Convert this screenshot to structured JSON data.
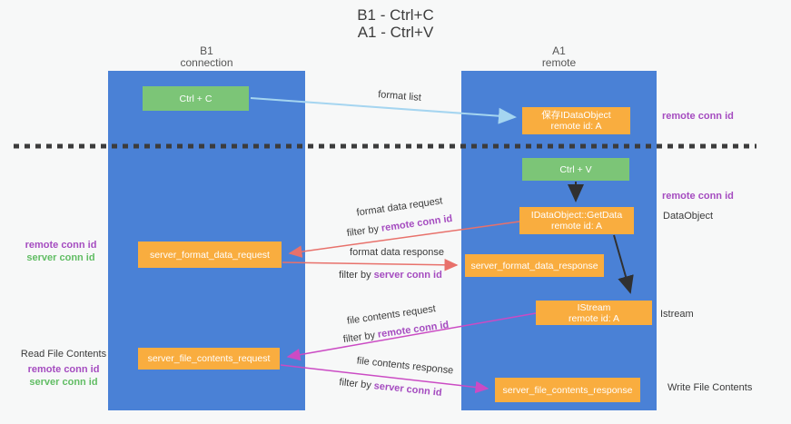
{
  "title": {
    "line1": "B1 - Ctrl+C",
    "line2": "A1 - Ctrl+V"
  },
  "lifelines": {
    "left": {
      "name": "B1",
      "role": "connection"
    },
    "right": {
      "name": "A1",
      "role": "remote"
    }
  },
  "boxes": {
    "ctrl_c": "Ctrl + C",
    "ctrl_v": "Ctrl + V",
    "save_idataobject": {
      "line1": "保存IDataObject",
      "line2": "remote id: A"
    },
    "idataobject_getdata": {
      "line1": "IDataObject::GetData",
      "line2": "remote id: A"
    },
    "istream": {
      "line1": "IStream",
      "line2": "remote id: A"
    },
    "server_format_data_request": "server_format_data_request",
    "server_format_data_response": "server_format_data_response",
    "server_file_contents_request": "server_file_contents_request",
    "server_file_contents_response": "server_file_contents_response"
  },
  "arrows": {
    "format_list": "format list",
    "format_data_request": "format data request",
    "format_data_response": "format data response",
    "file_contents_request": "file contents request",
    "file_contents_response": "file contents response",
    "filter_by": "filter by"
  },
  "ids": {
    "remote_conn_id": "remote conn id",
    "server_conn_id": "server conn id"
  },
  "side_labels": {
    "dataobject": "DataObject",
    "istream": "Istream",
    "read_file_contents": "Read File Contents",
    "write_file_contents": "Write File Contents"
  },
  "colors": {
    "lifeline_blue": "#4a81d6",
    "box_orange": "#f9ad3f",
    "box_green": "#7cc577",
    "arrow_red": "#e8716b",
    "arrow_magenta": "#cb4bc4",
    "arrow_light_blue": "#a5d5f0",
    "arrow_black": "#303030",
    "text_purple": "#a54cc0",
    "text_green": "#61bd64",
    "dashed_divider": "#3c3c3c"
  }
}
